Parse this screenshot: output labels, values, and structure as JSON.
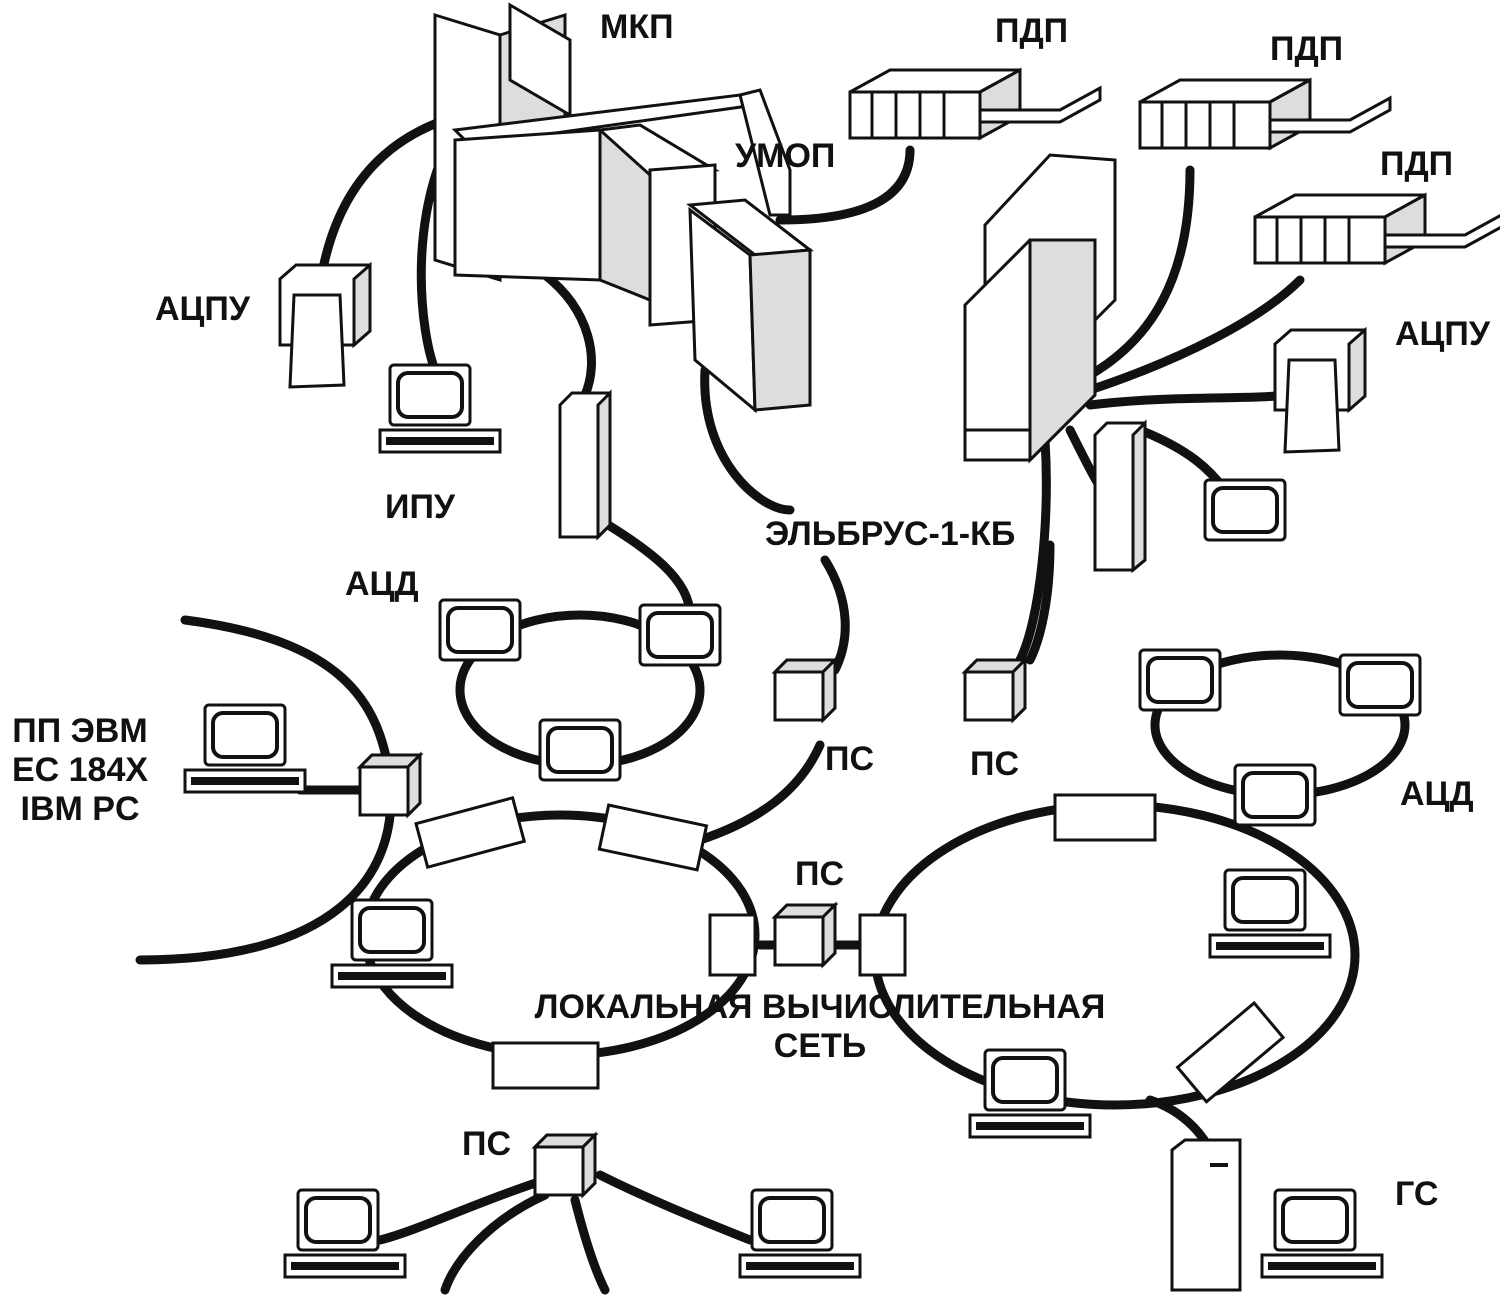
{
  "diagram": {
    "labels": {
      "mkp": "МКП",
      "pdp_1": "ПДП",
      "pdp_2": "ПДП",
      "pdp_3": "ПДП",
      "umop": "УМОП",
      "atspu_left": "АЦПУ",
      "atspu_right": "АЦПУ",
      "ipu": "ИПУ",
      "elbrus": "ЭЛЬБРУС-1-КБ",
      "atsd_left": "АЦД",
      "atsd_right": "АЦД",
      "pc_line1": "ПП ЭВМ",
      "pc_line2": "ЕС 184Х",
      "pc_line3": "IBM PC",
      "ps_1": "ПС",
      "ps_2": "ПС",
      "ps_center": "ПС",
      "ps_bottom": "ПС",
      "lan_line1": "ЛОКАЛЬНАЯ ВЫЧИСЛИТЕЛЬНАЯ",
      "lan_line2": "СЕТЬ",
      "gs": "ГС"
    }
  }
}
